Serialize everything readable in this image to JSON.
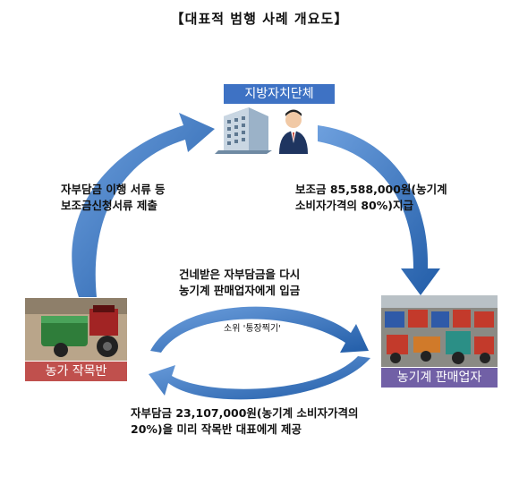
{
  "title": "【대표적 범행 사례 개요도】",
  "nodes": {
    "government": "지방자치단체",
    "farm_group": "농가 작목반",
    "dealer": "농기계 판매업자"
  },
  "flows": {
    "farm_to_government": [
      "자부담금 이행 서류 등",
      "보조금신청서류 제출"
    ],
    "government_to_dealer": [
      "보조금 85,588,000원(농기계",
      "소비자가격의 80%)지급"
    ],
    "dealer_to_farm": [
      "건네받은 자부담금을 다시",
      "농기계 판매업자에게 입금"
    ],
    "nickname": "소위 '통장찍기'",
    "farm_pays_dealer": [
      "자부담금 23,107,000원(농기계 소비자가격의",
      "20%)을 미리 작목반 대표에게 제공"
    ]
  },
  "colors": {
    "arrow_blue": "#2e6fb8",
    "government_box": "#3e72c4",
    "farm_box": "#c0504d",
    "dealer_box": "#7160a6"
  },
  "icons": [
    "office-building-icon",
    "official-person-icon",
    "tractor-photo",
    "tractors-lot-photo"
  ]
}
